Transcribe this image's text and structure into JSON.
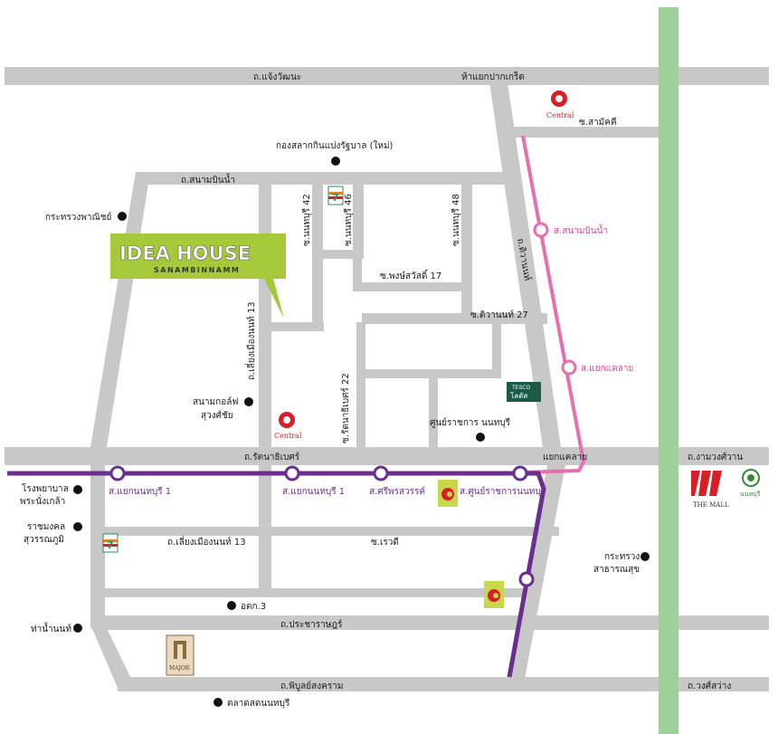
{
  "colors": {
    "road": "#c8c8c8",
    "green_line": "#9ed19a",
    "pink_line": "#e66fb2",
    "purple_line": "#6a2e8e",
    "brand_green": "#a6c93b",
    "central_red": "#d81f26"
  },
  "brand": {
    "name": "IDEA HOUSE",
    "sub": "SANAMBINNAMM"
  },
  "roads": {
    "chaeng_watthana": "ถ.แจ้งวัฒนะ",
    "pak_kret_junction": "ห้าแยกปากเกร็ด",
    "soi_samakkhi": "ซ.สามัคคี",
    "sanambinnam_rd": "ถ.สนามบินน้ำ",
    "nonthaburi_42": "ซ.นนทบุรี 42",
    "nonthaburi_46": "ซ.นนทบุรี 46",
    "nonthaburi_48": "ซ.นนทบุรี 48",
    "tiwanon": "ถ.ติวานนท์",
    "phongsawat_17": "ซ.พงษ์สวัสดิ์ 17",
    "tiwanon_27": "ซ.ติวานนท์ 27",
    "liang_mueang_13_v": "ถ.เลี่ยงเมืองนนท์ 13",
    "rattanathibet_22": "ซ.รัตนาธิเบศร์ 22",
    "rattanathibet": "ถ.รัตนาธิเบศร์",
    "khae_rai_junction": "แยกแคลาย",
    "ngam_wong_wan": "ถ.งามวงศ์วาน",
    "liang_mueang_13_h": "ถ.เลี่ยงเมืองนนท์ 13",
    "soi_rewadi": "ซ.เรวดี",
    "pracharat": "ถ.ประชาราษฎร์",
    "phibun_songkhram": "ถ.พิบูลย์สงคราม",
    "wong_sawang": "ถ.วงศ์สว่าง"
  },
  "landmarks": {
    "lottery_office": "กองสลากกินแบ่งรัฐบาล (ใหม่)",
    "commerce_ministry": "กระทรวงพาณิชย์",
    "golf_line1": "สนามกอล์ฟ",
    "golf_line2": "สุวงศ์ชัย",
    "service_center": "ศูนย์ราชการ นนทบุรี",
    "hospital_line1": "โรงพยาบาล",
    "hospital_line2": "พระนั่งเกล้า",
    "school_line1": "ราชมงคล",
    "school_line2": "สุวรรณภูมิ",
    "health_line1": "กระทรวง",
    "health_line2": "สาธารณสุข",
    "otk3": "อตก.3",
    "pier": "ท่าน้ำนนท์",
    "market": "ตลาดสดนนทบุรี"
  },
  "stations": {
    "sanambinnam": "ส.สนามบินน้ำ",
    "khae_rai": "ส.แยกแคลาย",
    "yaek_nonthaburi_1a": "ส.แยกนนทบุรี 1",
    "yaek_nonthaburi_1b": "ส.แยกนนทบุรี 1",
    "si_phonsawan": "ส.ศรีพรสวรรค์",
    "government_center": "ส.ศูนย์ราชการนนทบุรี"
  },
  "logos": {
    "central": "Central",
    "tesco_1": "TESCO",
    "tesco_2": "โลตัส",
    "the_mall": "THE MALL",
    "nonthaburi_center": "นนทบุรี",
    "major": "MAJOR",
    "seven_eleven": "7"
  }
}
